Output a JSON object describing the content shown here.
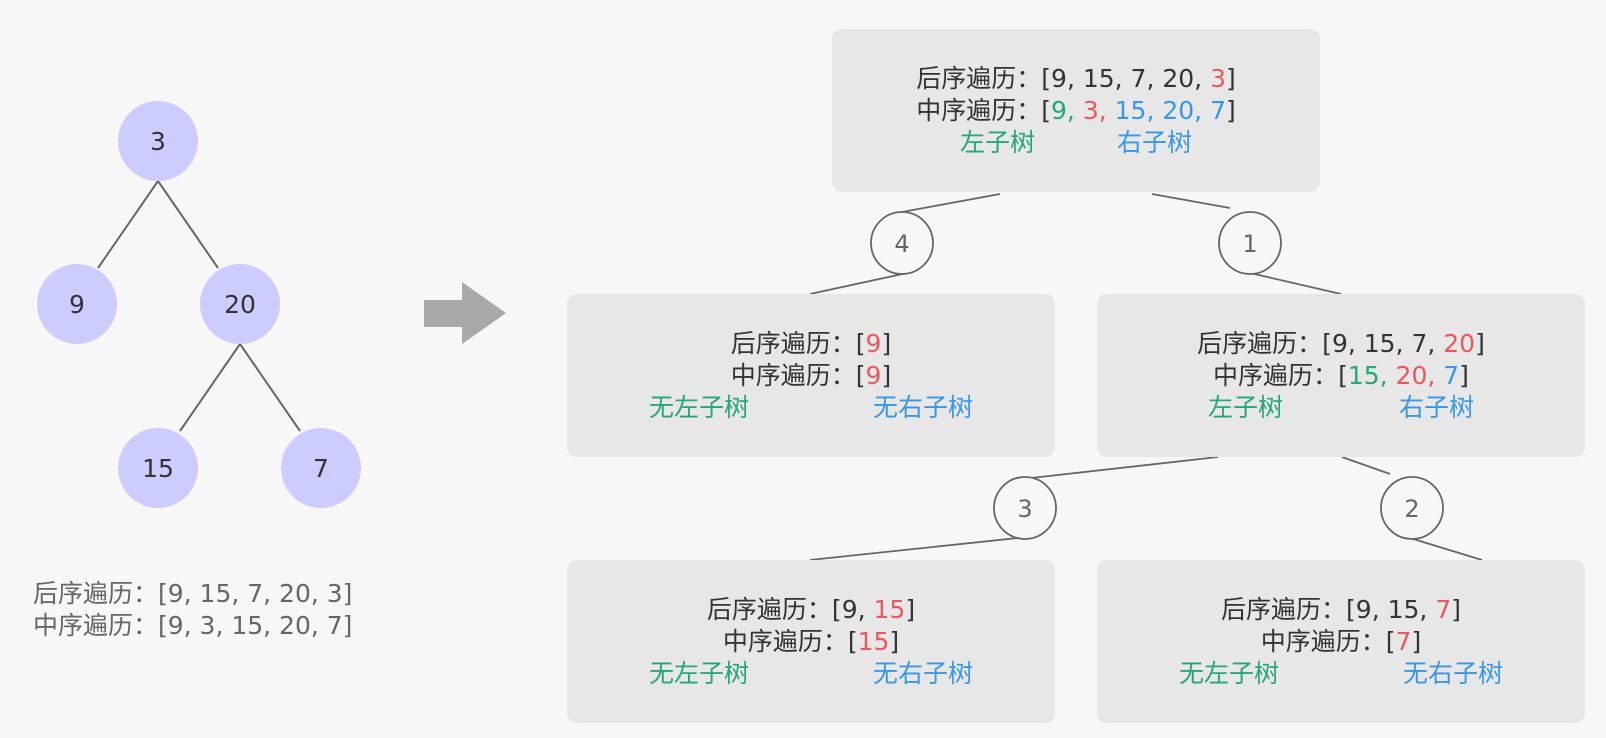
{
  "tree": {
    "nodes": [
      {
        "id": "3",
        "label": "3"
      },
      {
        "id": "9",
        "label": "9"
      },
      {
        "id": "20",
        "label": "20"
      },
      {
        "id": "15",
        "label": "15"
      },
      {
        "id": "7",
        "label": "7"
      }
    ],
    "edges": [
      [
        "3",
        "9"
      ],
      [
        "3",
        "20"
      ],
      [
        "20",
        "15"
      ],
      [
        "20",
        "7"
      ]
    ]
  },
  "caption": {
    "postorder": "后序遍历：[9, 15, 7, 20, 3]",
    "inorder": "中序遍历：[9, 3, 15, 20, 7]"
  },
  "labels": {
    "postorder": "后序遍历：",
    "inorder": "中序遍历：",
    "left": "左子树",
    "right": "右子树",
    "no_left": "无左子树",
    "no_right": "无右子树"
  },
  "step_labels": [
    "4",
    "1",
    "3",
    "2"
  ],
  "boxes": {
    "top": {
      "postorder": [
        "9, 15, 7, 20, ",
        "3"
      ],
      "inorder": [
        "9, ",
        "3, ",
        "15, 20, 7"
      ]
    },
    "left_mid": {
      "postorder": "9",
      "inorder": "9"
    },
    "right_mid": {
      "postorder": [
        "9, 15, 7, ",
        "20"
      ],
      "inorder": [
        "15, ",
        "20, ",
        "7"
      ]
    },
    "left_bottom": {
      "postorder": [
        "9, ",
        "15"
      ],
      "inorder": "15"
    },
    "right_bottom": {
      "postorder": [
        "9, 15, ",
        "7"
      ],
      "inorder": "7"
    }
  },
  "colors": {
    "node_fill": "#ccccff",
    "root_value": "#e8585c",
    "left_subtree": "#27a774",
    "right_subtree": "#3a97e6",
    "arrow": "#a9a9a9"
  }
}
